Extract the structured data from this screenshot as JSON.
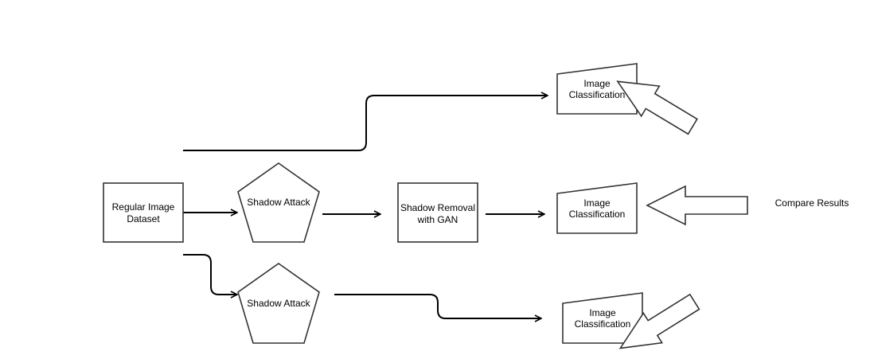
{
  "nodes": {
    "dataset": {
      "line1": "Regular Image",
      "line2": "Dataset"
    },
    "attack_mid": {
      "label": "Shadow Attack"
    },
    "attack_bottom": {
      "label": "Shadow Attack"
    },
    "removal": {
      "line1": "Shadow Removal",
      "line2": "with GAN"
    },
    "classify_top": {
      "line1": "Image",
      "line2": "Classification"
    },
    "classify_mid": {
      "line1": "Image",
      "line2": "Classification"
    },
    "classify_bottom": {
      "line1": "Image",
      "line2": "Classification"
    }
  },
  "compare_label": "Compare Results"
}
